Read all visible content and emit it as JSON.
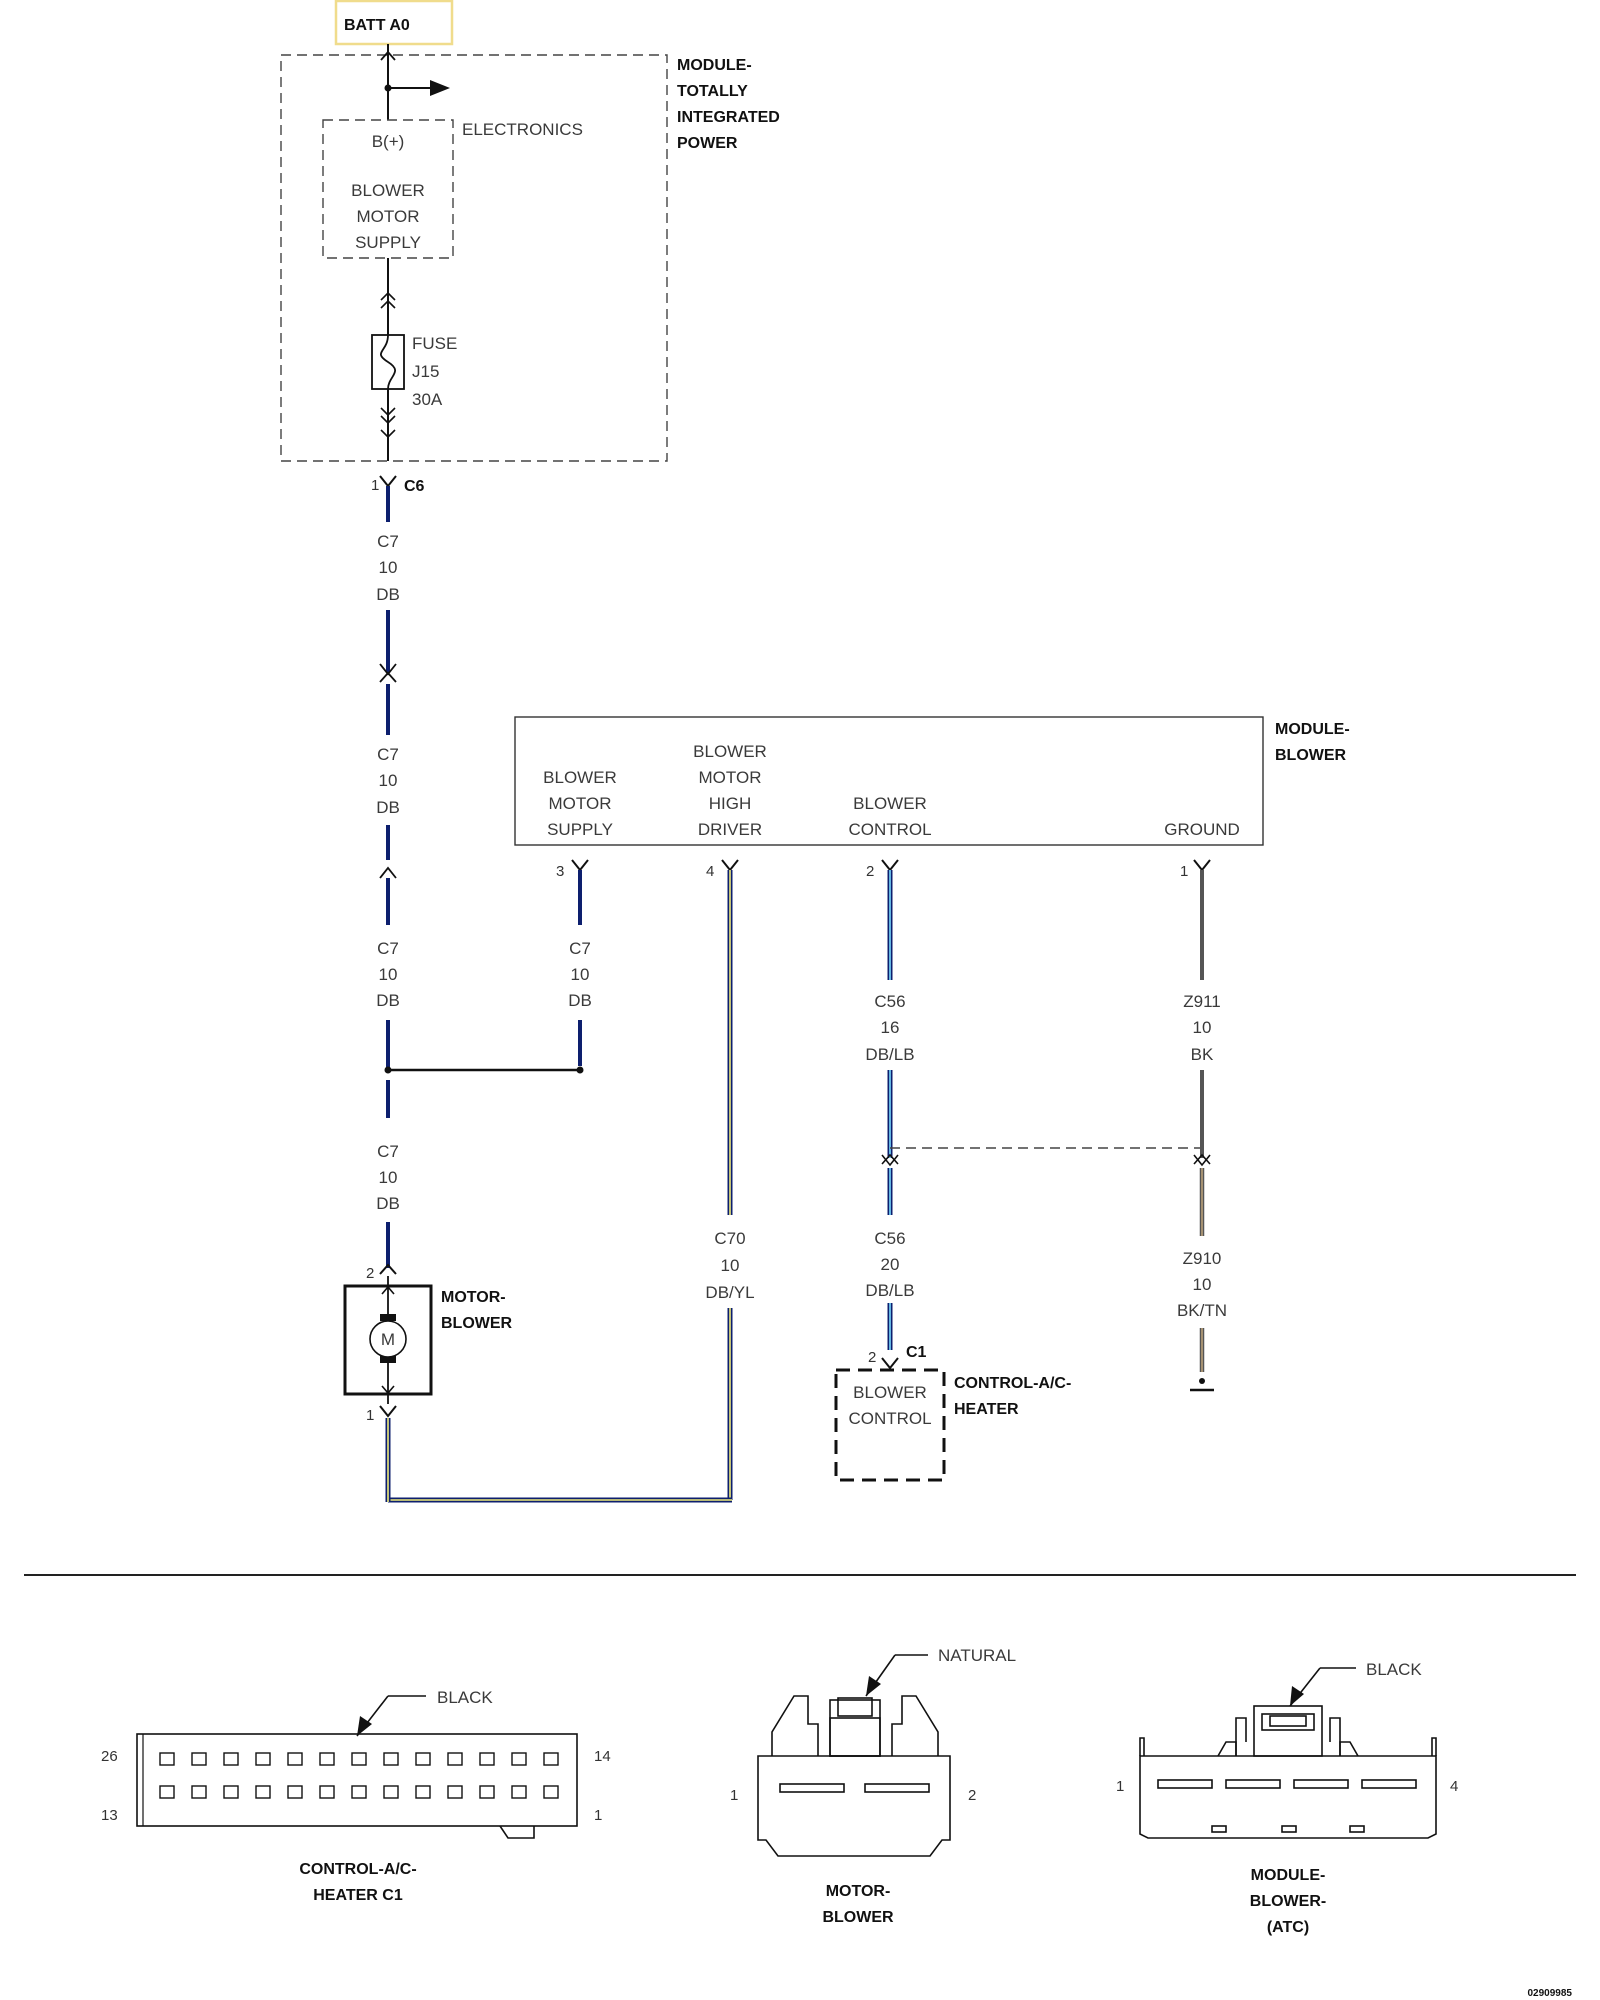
{
  "header": {
    "batt": "BATT A0"
  },
  "tipm": {
    "name": [
      "MODULE-",
      "TOTALLY",
      "INTEGRATED",
      "POWER"
    ],
    "electronics": "ELECTRONICS",
    "bplus": "B(+)",
    "supply": [
      "BLOWER",
      "MOTOR",
      "SUPPLY"
    ],
    "fuse": [
      "FUSE",
      "J15",
      "30A"
    ],
    "connector_pin": "1",
    "connector": "C6"
  },
  "wires": {
    "c7_a": [
      "C7",
      "10",
      "DB"
    ],
    "c7_b": [
      "C7",
      "10",
      "DB"
    ],
    "c7_c": [
      "C7",
      "10",
      "DB"
    ],
    "c7_d": [
      "C7",
      "10",
      "DB"
    ],
    "c7_e": [
      "C7",
      "10",
      "DB"
    ],
    "c70": [
      "C70",
      "10",
      "DB/YL"
    ],
    "c56_a": [
      "C56",
      "16",
      "DB/LB"
    ],
    "c56_b": [
      "C56",
      "20",
      "DB/LB"
    ],
    "z911": [
      "Z911",
      "10",
      "BK"
    ],
    "z910": [
      "Z910",
      "10",
      "BK/TN"
    ]
  },
  "blower_module": {
    "name": [
      "MODULE-",
      "BLOWER"
    ],
    "sup": [
      "BLOWER",
      "MOTOR",
      "SUPPLY"
    ],
    "high": [
      "BLOWER",
      "MOTOR",
      "HIGH",
      "DRIVER"
    ],
    "ctrl": [
      "BLOWER",
      "CONTROL"
    ],
    "gnd": "GROUND",
    "pins": [
      "3",
      "4",
      "2",
      "1"
    ]
  },
  "motor": {
    "name": [
      "MOTOR-",
      "BLOWER"
    ],
    "symbol": "M",
    "pin_top": "2",
    "pin_bottom": "1"
  },
  "ac_control": {
    "name": [
      "CONTROL-A/C-",
      "HEATER"
    ],
    "func": [
      "BLOWER",
      "CONTROL"
    ],
    "pin": "2",
    "connector": "C1"
  },
  "connectors": {
    "c1": {
      "color": "BLACK",
      "title": [
        "CONTROL-A/C-",
        "HEATER C1"
      ],
      "pins": [
        "26",
        "13",
        "14",
        "1"
      ]
    },
    "motor": {
      "color": "NATURAL",
      "title": [
        "MOTOR-",
        "BLOWER"
      ],
      "pins": [
        "1",
        "2"
      ]
    },
    "module": {
      "color": "BLACK",
      "title": [
        "MODULE-",
        "BLOWER-",
        "(ATC)"
      ],
      "pins": [
        "1",
        "4"
      ]
    }
  },
  "footer_id": "02909985",
  "colors": {
    "db": "#0d1f6e",
    "lb": "#6fc7f0",
    "yl": "#f2ee7a",
    "bk": "#555555",
    "tn": "#b9a07a",
    "batt_border": "#f0dc8c"
  }
}
